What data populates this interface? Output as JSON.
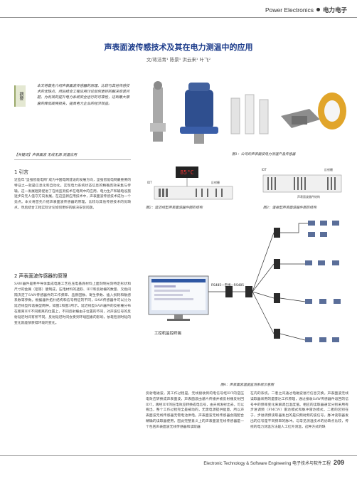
{
  "header": {
    "journal_en": "Power Electronics",
    "journal_cn": "电力电子"
  },
  "article": {
    "title": "声表面波传感技术及其在电力测温中的应用",
    "authors": "文/蒋洁青¹  陈景¹  洪云来¹  叶飞²"
  },
  "abstract": {
    "label": "摘要",
    "text": "本文将首先介绍声表面波传感器的原理、比较与其他传感技术的优缺点，然后结合工程应用讨论如何更好的解决安装问题，为有效的提升电力系统安全运行的可靠性，达到最大限度的降低故障损失，提高电力企业的经济效益。"
  },
  "keywords": "【关键词】声表面波  无线无源  测温应用",
  "sections": [
    {
      "heading": "1 引言",
      "text": "近些年“坚强智能电网”成为中国电网建设的发展方向，坚强智能电网最重要的特征之一就是信息化和自动化，实现电力系统状态信息的精确高效采集与传输。这一发展趋势促进了在线监测技术在电网中的应用，电力生产和输电设施逐步向无人值守方向发展。在这些新应用技术中，声表面波传感技术成为一个亮点。本文将首先介绍声表面波传感器的原理，比较与其他传感技术的优缺点，然后结合工程实际讨论如何更好的解决安装问题。"
    },
    {
      "heading": "2 声表面波传感器的原理",
      "text": "SAW器件是用半导体集成电路工艺在压电基底材料上面刻制光刻特定形状和尺寸的金属（铝等）膜制成，压电材料的选取、IDT和反射栅的数量、叉指间隔决定了SAW传感器件的工作频率、品质因数、寄生参数、插入损耗和敏感系数等参数。根据器件拓扑结构和信号特征的不同，SAW传感器件可以分为延迟线型和谐振型两种，如图2和图3所示。延迟线型SAW器件的反射栅分布在距离IDT不同距离的位置上，不同反射栅由于位置的不同，对声波信号的反射延迟时间有所不同，反射延迟时间会受到环境因素的影响，依靠检测时延的变化就能够获得环境的变化。"
    }
  ],
  "figures": {
    "fig1": "图1：公司的声表面波电力测温产品传感器",
    "fig2": "图2：延迟线型声表面波器件图形结构",
    "fig3": "图3：谐振型声表面波器件图形结构",
    "fig4": "图4：声表面波温度监测系统示意图",
    "fig2_labels": [
      "IDT",
      "反射栅"
    ],
    "fig3_labels": [
      "IDT",
      "声表面波器件结构",
      "反射栅"
    ],
    "fig4_labels": [
      "RS485一无线一RS485",
      "工控机监控终端"
    ]
  },
  "body_col2": "反射电磁波，其工作过程是，无线接收到的电信号经IDT的逆压电效应转换成声表面波，声表面波由基片传播并被反射栅反射回IDT，再经IDT的压电效应转换成电信号，由天线发射出去。可以看出，整个工作过程完全是被动的，无需电源提供能量，所以声表面波无线传感器无需电池供电。声表面波无线传感器会随配合精确的读取器使用，因此完整意义上的声表面波无线传感器是一个包括声表面波无线传感器和读取器",
  "body_col3": "在内的系统，二者之间通过电磁波进行信息交换。声表面波无线读取器采用的是雷达工作原理，通过接收SAW传感器件返回的信号中的频率变化来解调出温度值。相应的读取器通常分别采用有步进调频（FMCW）雷达模式和脉冲雷达模式，二者的区别在于，步进调频读取器发出的是扫频射频的波信号，脉冲读取器发出的信号是不同频率的脉冲。与常见测温技术的优缺点比较，传统的电力测温方法是人工红外测温，这种方式的缺",
  "footer": {
    "text": "Electronic Technology & Software Engineering  电子技术与软件工程",
    "page": "209"
  },
  "colors": {
    "title": "#1a3a8a",
    "accent": "#9aa86a",
    "header_dot": "#333333"
  }
}
